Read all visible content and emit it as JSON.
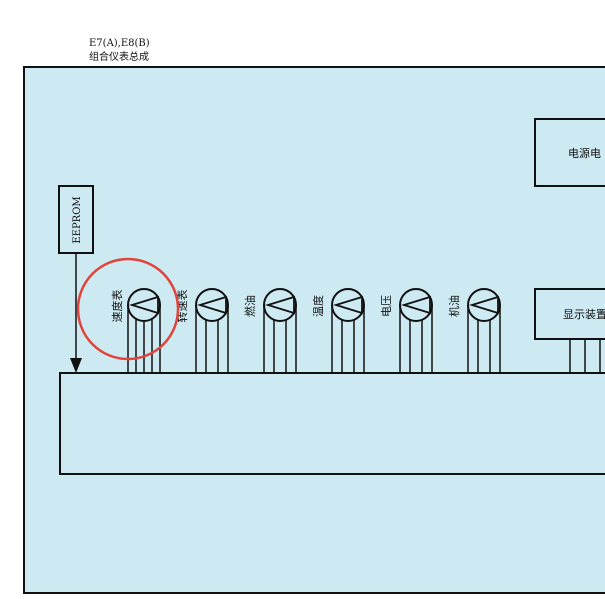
{
  "header": {
    "line1": "E7(A),E8(B)",
    "line2": "组合仪表总成"
  },
  "eeprom": {
    "label": "EEPROM"
  },
  "gauges": [
    {
      "label": "速度表"
    },
    {
      "label": "转速表"
    },
    {
      "label": "燃油"
    },
    {
      "label": "温度"
    },
    {
      "label": "电压"
    },
    {
      "label": "机油"
    }
  ],
  "power_box": {
    "label": "电源电"
  },
  "display_box": {
    "label": "显示装置"
  },
  "colors": {
    "panel_fill": "#cdeaf2",
    "line": "#111111",
    "highlight_ring": "#e0433a"
  }
}
